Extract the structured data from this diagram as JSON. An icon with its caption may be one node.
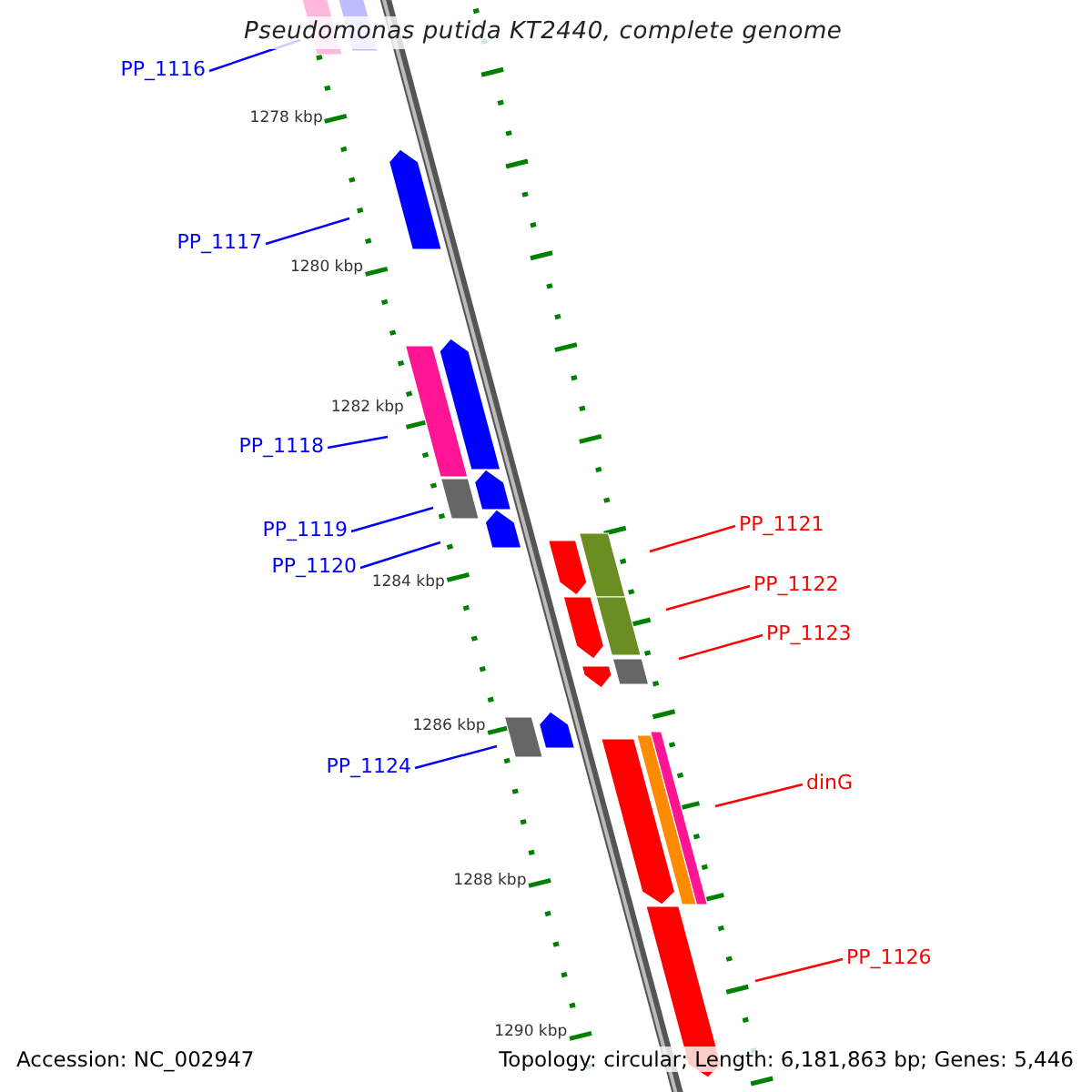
{
  "diagram": {
    "title": "Pseudomonas putida KT2440, complete genome",
    "nodes": [
      {
        "text": [
          "PP_1116"
        ]
      },
      {
        "text": [
          "PP_1117"
        ]
      },
      {
        "text": [
          "PP_1118"
        ]
      },
      {
        "text": [
          "PP_1121"
        ]
      },
      {
        "text": [
          "PP_1119"
        ]
      },
      {
        "text": [
          "PP_1120"
        ]
      },
      {
        "text": [
          "PP_1122"
        ]
      },
      {
        "text": [
          "PP_1123"
        ]
      },
      {
        "text": [
          "PP_1124"
        ]
      },
      {
        "text": [
          "dinG"
        ]
      },
      {
        "text": [
          "PP_1126"
        ]
      }
    ],
    "edges": [
      {
        "from": 0,
        "to": null,
        "arrow": "none"
      },
      {
        "from": 1,
        "to": null,
        "arrow": "none"
      },
      {
        "from": 2,
        "to": null,
        "arrow": "none"
      },
      {
        "from": 3,
        "to": null,
        "arrow": "none",
        "color": "#ff0000"
      },
      {
        "from": 4,
        "to": null,
        "arrow": "none"
      },
      {
        "from": 5,
        "to": null,
        "arrow": "none"
      },
      {
        "from": 6,
        "to": null,
        "arrow": "none",
        "color": "#ff0000"
      },
      {
        "from": 7,
        "to": null,
        "arrow": "none",
        "color": "#ff0000"
      },
      {
        "from": 8,
        "to": null,
        "arrow": "none"
      },
      {
        "from": 9,
        "to": null,
        "arrow": "none",
        "color": "#ff0000"
      },
      {
        "from": 10,
        "to": null,
        "arrow": "none",
        "color": "#ff0000"
      }
    ],
    "labels": [
      "1278 kbp",
      "1280 kbp",
      "1282 kbp",
      "1284 kbp",
      "1286 kbp",
      "1288 kbp",
      "1290 kbp",
      "Accession: NC_002947",
      "Topology: circular; Length: 6,181,863 bp; Genes: 5,446"
    ]
  }
}
